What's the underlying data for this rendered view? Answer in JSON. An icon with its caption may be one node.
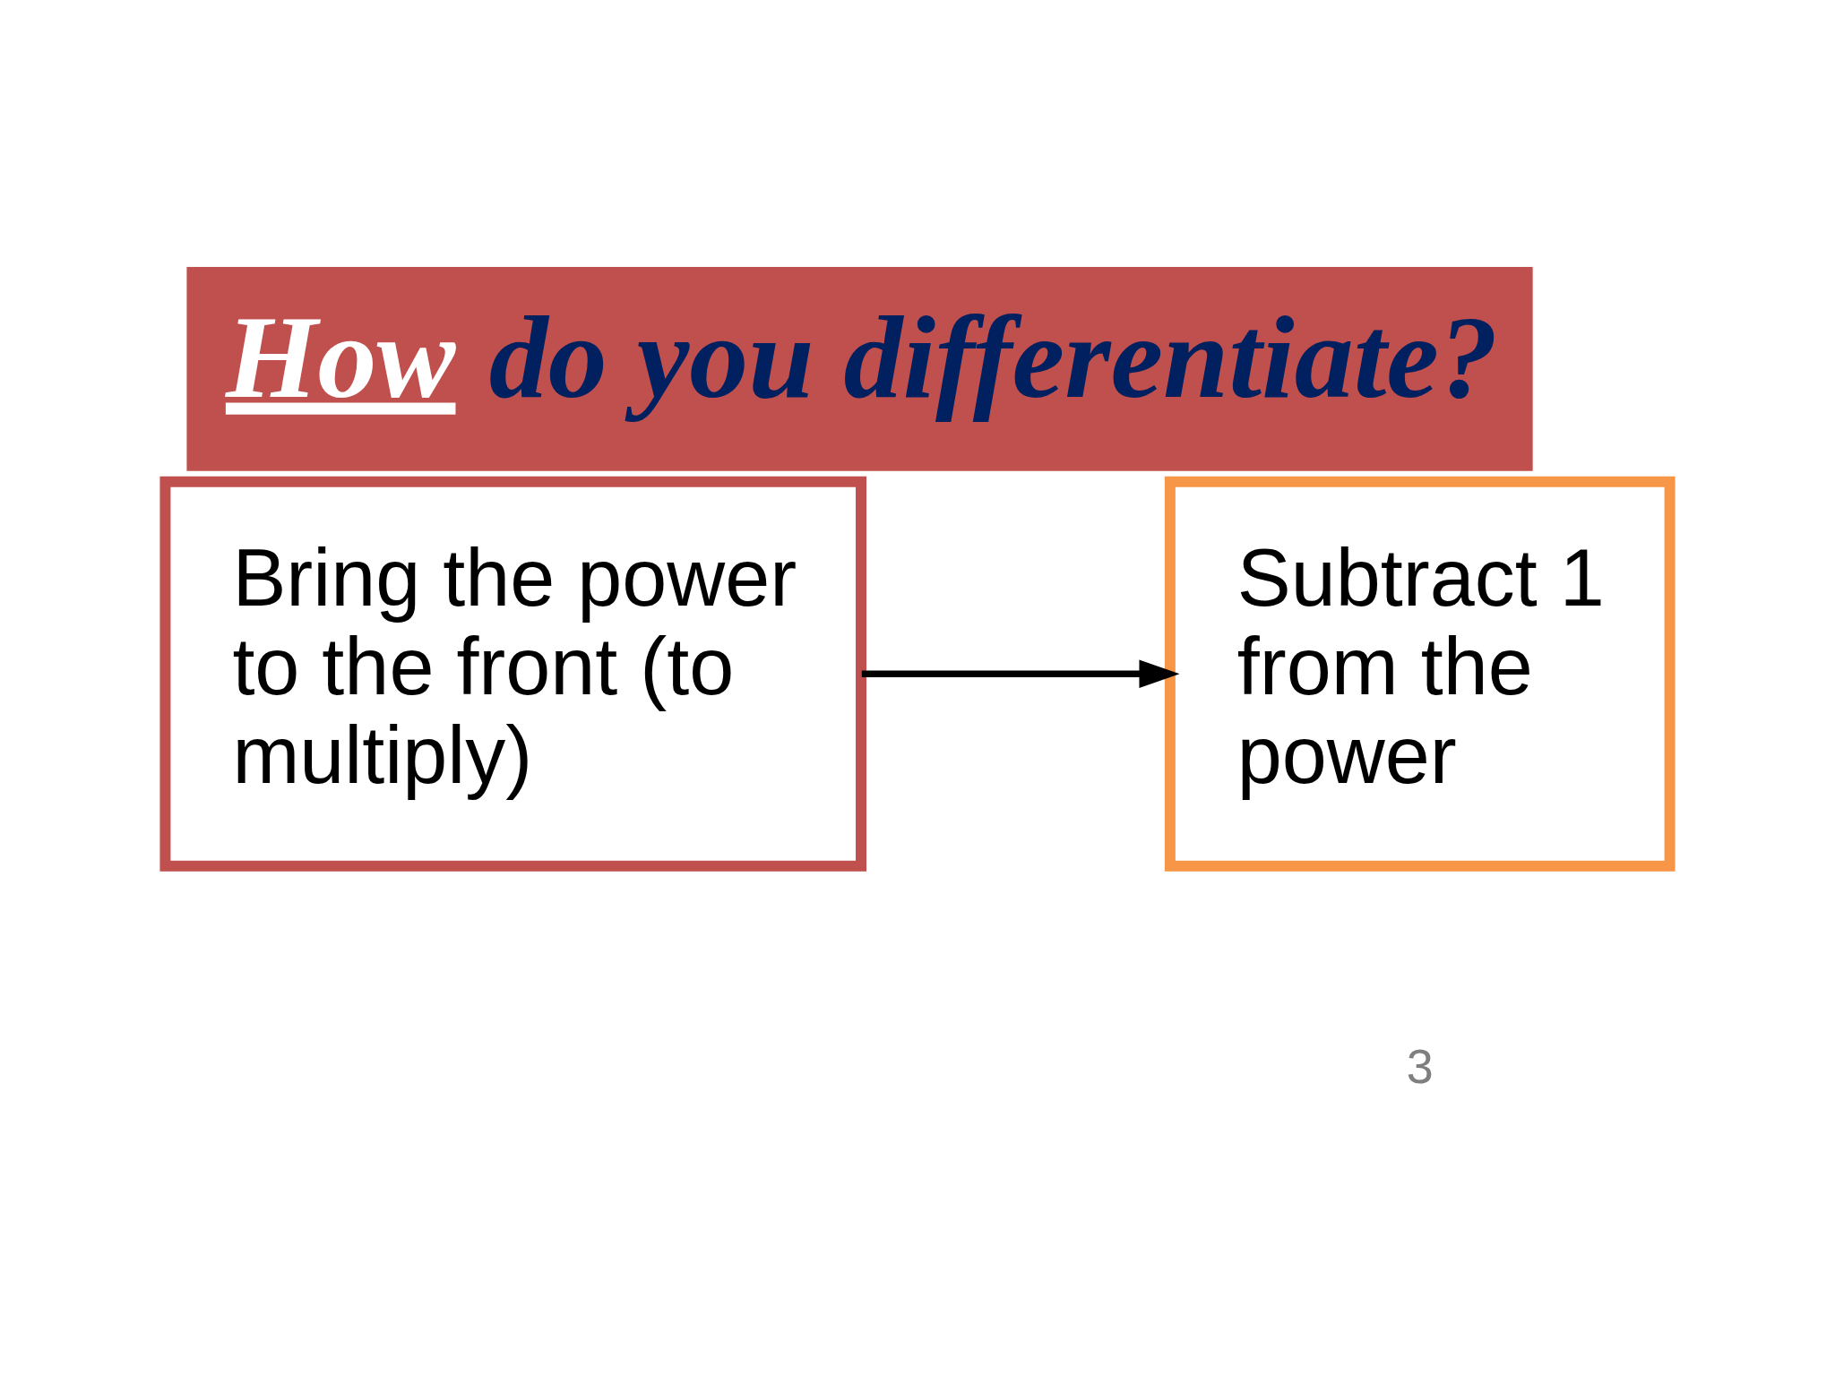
{
  "diagram": {
    "title": "How do you differentiate?",
    "nodes": [
      {
        "text": [
          "Bring the power to the front (to multiply)"
        ]
      },
      {
        "text": [
          "Subtract 1 from the power"
        ]
      }
    ],
    "edges": [
      {
        "from": 0,
        "to": 1,
        "arrow": "to"
      }
    ],
    "labels": [
      "3"
    ]
  }
}
